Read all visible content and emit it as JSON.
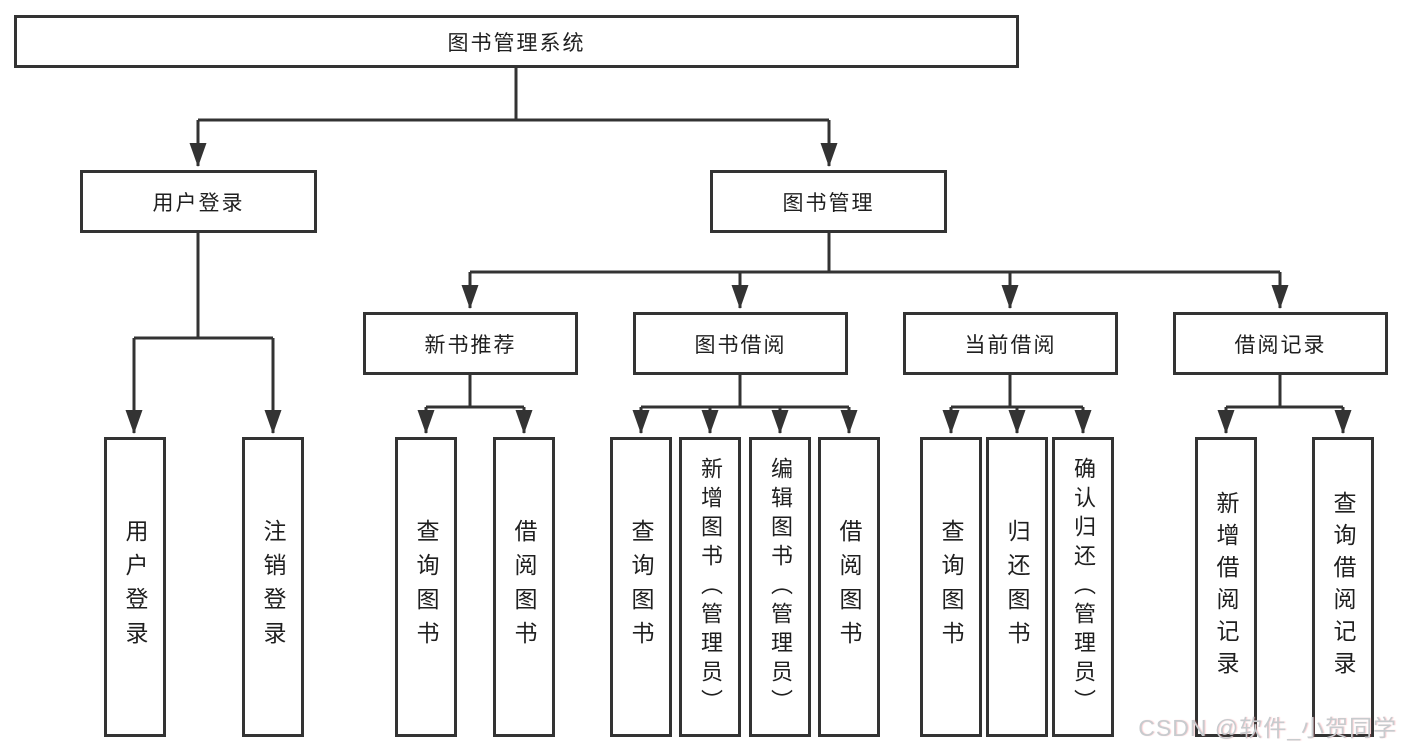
{
  "diagram": {
    "title": "图书管理系统",
    "level2": [
      {
        "label": "用户登录",
        "children": [
          "用户登录",
          "注销登录"
        ]
      },
      {
        "label": "图书管理"
      }
    ],
    "level3": [
      {
        "label": "新书推荐",
        "children": [
          "查询图书",
          "借阅图书"
        ]
      },
      {
        "label": "图书借阅",
        "children": [
          "查询图书",
          "新增图书（管理员）",
          "编辑图书（管理员）",
          "借阅图书"
        ]
      },
      {
        "label": "当前借阅",
        "children": [
          "查询图书",
          "归还图书",
          "确认归还（管理员）"
        ]
      },
      {
        "label": "借阅记录",
        "children": [
          "新增借阅记录",
          "查询借阅记录"
        ]
      }
    ]
  },
  "watermark": "CSDN @软件_小贺同学",
  "colors": {
    "line": "#333333",
    "box_border": "#333333",
    "text": "#1f1f1f",
    "background": "#ffffff",
    "watermark": "#c7cbce"
  }
}
